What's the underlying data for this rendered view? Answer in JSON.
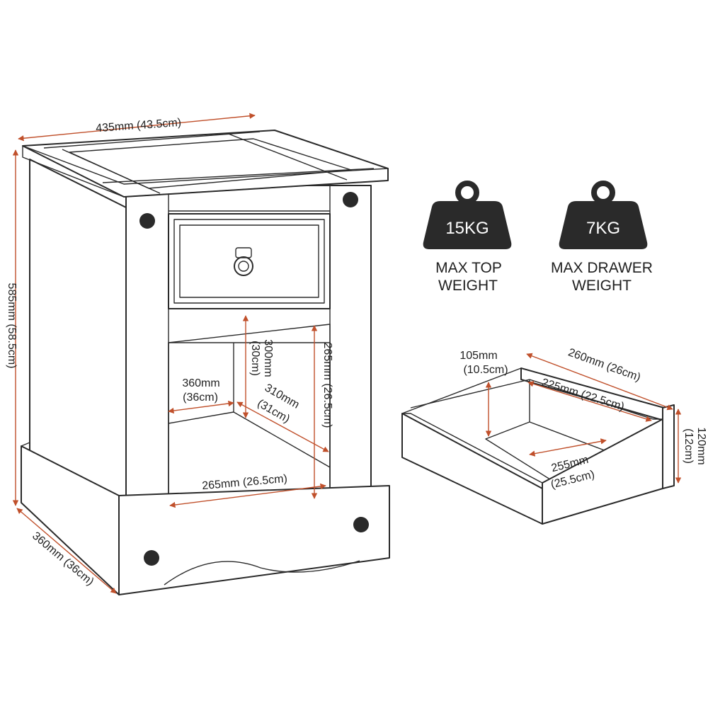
{
  "colors": {
    "dimension_line": "#c0502b",
    "outline": "#2a2a2a",
    "weight_fill": "#2a2a2a"
  },
  "icons": {
    "weight": "kettlebell-weight-icon",
    "handle": "ring-pull-handle-icon",
    "fixing": "round-knot-icon"
  },
  "cabinet": {
    "width": "435mm (43.5cm)",
    "height": "585mm (58.5cm)",
    "depth": "360mm (36cm)",
    "shelf_height": "300mm",
    "shelf_height_cm": "(30cm)",
    "opening_height": "265mm (26.5cm)",
    "opening_depth": "360mm",
    "opening_depth_cm": "(36cm)",
    "shelf_depth": "310mm",
    "shelf_depth_cm": "(31cm)",
    "opening_width": "265mm (26.5cm)"
  },
  "weights": [
    {
      "value": "15KG",
      "label_line1": "MAX TOP",
      "label_line2": "WEIGHT"
    },
    {
      "value": "7KG",
      "label_line1": "MAX DRAWER",
      "label_line2": "WEIGHT"
    }
  ],
  "drawer": {
    "outer_width": "260mm (26cm)",
    "inner_width": "225mm (22.5cm)",
    "inner_depth": "105mm",
    "inner_depth_cm": "(10.5cm)",
    "height": "120mm",
    "height_cm": "(12cm)",
    "inner_length": "255mm",
    "inner_length_cm": "(25.5cm)"
  }
}
